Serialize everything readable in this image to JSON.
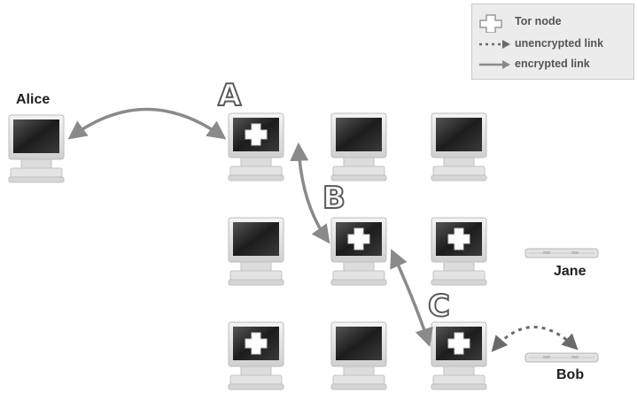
{
  "legend": {
    "tor_node": "Tor node",
    "unencrypted": "unencrypted link",
    "encrypted": "encrypted link"
  },
  "labels": {
    "alice": "Alice",
    "jane": "Jane",
    "bob": "Bob",
    "hop_a": "A",
    "hop_b": "B",
    "hop_c": "C"
  },
  "colors": {
    "link": "#8a8a8a",
    "monitor_frame": "#e6e6e6",
    "screen": "#222222",
    "legend_bg": "#ececec"
  }
}
